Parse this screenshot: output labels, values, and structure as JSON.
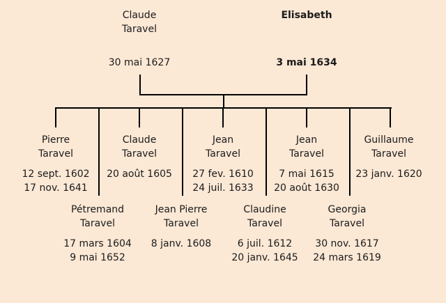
{
  "diagram": {
    "type": "family-tree",
    "background_color": "#fbe8d5",
    "line_color": "#000000",
    "text_color": "#1b1b1b"
  },
  "parents": [
    {
      "given": "Claude",
      "surname": "Taravel",
      "date": "30 mai 1627",
      "emphasis": "normal"
    },
    {
      "given": "Elisabeth",
      "surname": "",
      "date": "3 mai 1634",
      "emphasis": "bold"
    }
  ],
  "children_row1": [
    {
      "given": "Pierre",
      "surname": "Taravel",
      "dates": [
        "12 sept. 1602",
        "17 nov. 1641"
      ]
    },
    {
      "given": "Claude",
      "surname": "Taravel",
      "dates": [
        "20 août 1605"
      ]
    },
    {
      "given": "Jean",
      "surname": "Taravel",
      "dates": [
        "27 fev. 1610",
        "24 juil. 1633"
      ]
    },
    {
      "given": "Jean",
      "surname": "Taravel",
      "dates": [
        "7 mai 1615",
        "20 août 1630"
      ]
    },
    {
      "given": "Guillaume",
      "surname": "Taravel",
      "dates": [
        "23 janv. 1620"
      ]
    }
  ],
  "children_row2": [
    {
      "given": "Pétremand",
      "surname": "Taravel",
      "dates": [
        "17 mars 1604",
        "9 mai 1652"
      ]
    },
    {
      "given": "Jean Pierre",
      "surname": "Taravel",
      "dates": [
        "8 janv. 1608"
      ]
    },
    {
      "given": "Claudine",
      "surname": "Taravel",
      "dates": [
        "6 juil. 1612",
        "20 janv. 1645"
      ]
    },
    {
      "given": "Georgia",
      "surname": "Taravel",
      "dates": [
        "30 nov. 1617",
        "24 mars 1619"
      ]
    }
  ]
}
